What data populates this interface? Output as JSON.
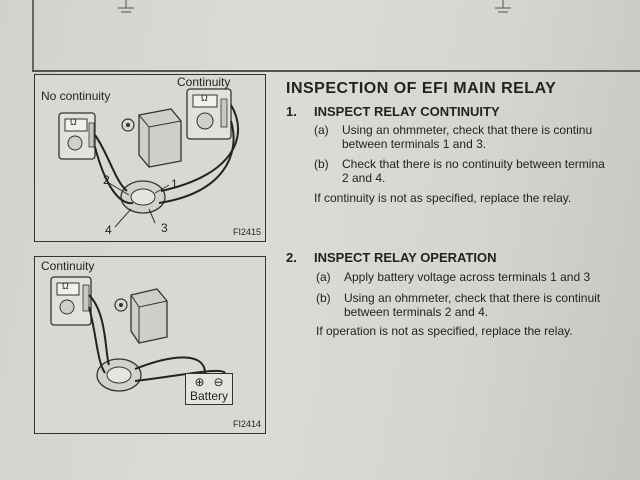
{
  "figure1": {
    "label_no_continuity": "No continuity",
    "label_continuity": "Continuity",
    "meter_symbol": "Ω",
    "terminals": [
      "1",
      "2",
      "3",
      "4"
    ],
    "code": "FI2415"
  },
  "figure2": {
    "label_continuity": "Continuity",
    "meter_symbol": "Ω",
    "battery_label": "Battery",
    "plus": "⊕",
    "minus": "⊖",
    "code": "FI2414"
  },
  "section": {
    "title": "INSPECTION OF EFI MAIN RELAY",
    "step1": {
      "number": "1.",
      "heading": "INSPECT RELAY CONTINUITY",
      "a_marker": "(a)",
      "a_line1": "Using an ohmmeter, check that there is continu",
      "a_line2": "between terminals 1 and 3.",
      "b_marker": "(b)",
      "b_line1": "Check that there is no continuity between termina",
      "b_line2": "2 and 4.",
      "note": "If continuity is not as specified, replace the relay."
    },
    "step2": {
      "number": "2.",
      "heading": "INSPECT RELAY OPERATION",
      "a_marker": "(a)",
      "a_line1": "Apply battery voltage across terminals 1 and 3",
      "b_marker": "(b)",
      "b_line1": "Using an ohmmeter, check that there is continuit",
      "b_line2": "between terminals 2 and 4.",
      "note": "If operation is not as specified, replace the relay."
    }
  }
}
